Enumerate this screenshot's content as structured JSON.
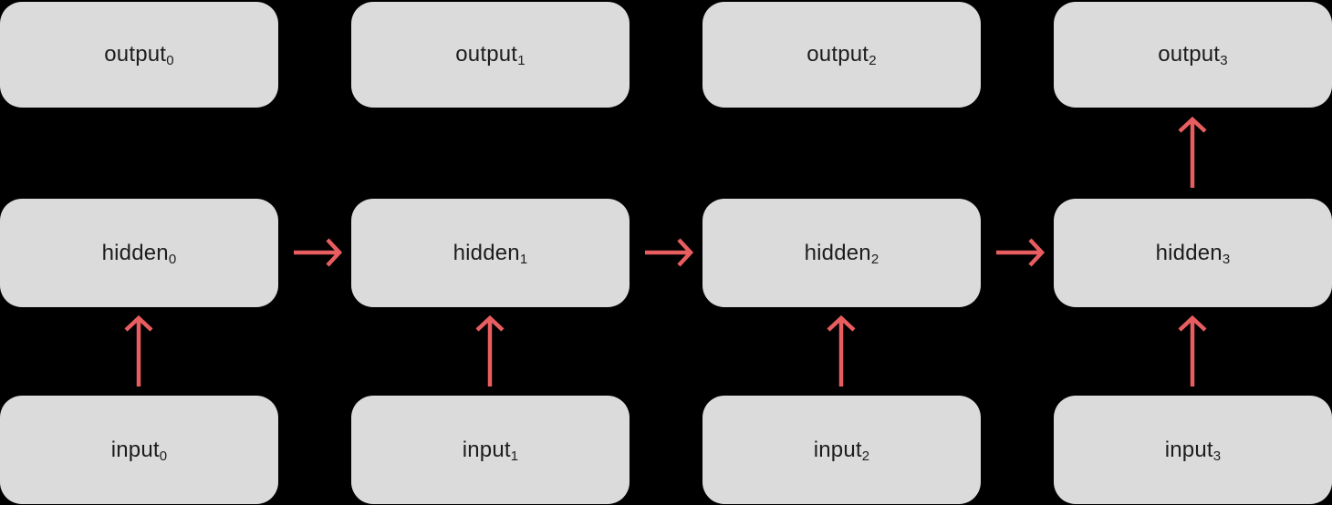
{
  "colors": {
    "background": "#000000",
    "node-fill": "#dbdbdb",
    "node-text": "#1d1d1f",
    "arrow": "#e85d60"
  },
  "nodes": {
    "output": [
      {
        "base": "output",
        "sub": "0"
      },
      {
        "base": "output",
        "sub": "1"
      },
      {
        "base": "output",
        "sub": "2"
      },
      {
        "base": "output",
        "sub": "3"
      }
    ],
    "hidden": [
      {
        "base": "hidden",
        "sub": "0"
      },
      {
        "base": "hidden",
        "sub": "1"
      },
      {
        "base": "hidden",
        "sub": "2"
      },
      {
        "base": "hidden",
        "sub": "3"
      }
    ],
    "input": [
      {
        "base": "input",
        "sub": "0"
      },
      {
        "base": "input",
        "sub": "1"
      },
      {
        "base": "input",
        "sub": "2"
      },
      {
        "base": "input",
        "sub": "3"
      }
    ]
  },
  "edges": [
    {
      "from": "input0",
      "to": "hidden0",
      "direction": "up"
    },
    {
      "from": "input1",
      "to": "hidden1",
      "direction": "up"
    },
    {
      "from": "input2",
      "to": "hidden2",
      "direction": "up"
    },
    {
      "from": "input3",
      "to": "hidden3",
      "direction": "up"
    },
    {
      "from": "hidden0",
      "to": "hidden1",
      "direction": "right"
    },
    {
      "from": "hidden1",
      "to": "hidden2",
      "direction": "right"
    },
    {
      "from": "hidden2",
      "to": "hidden3",
      "direction": "right"
    },
    {
      "from": "hidden3",
      "to": "output3",
      "direction": "up"
    }
  ]
}
